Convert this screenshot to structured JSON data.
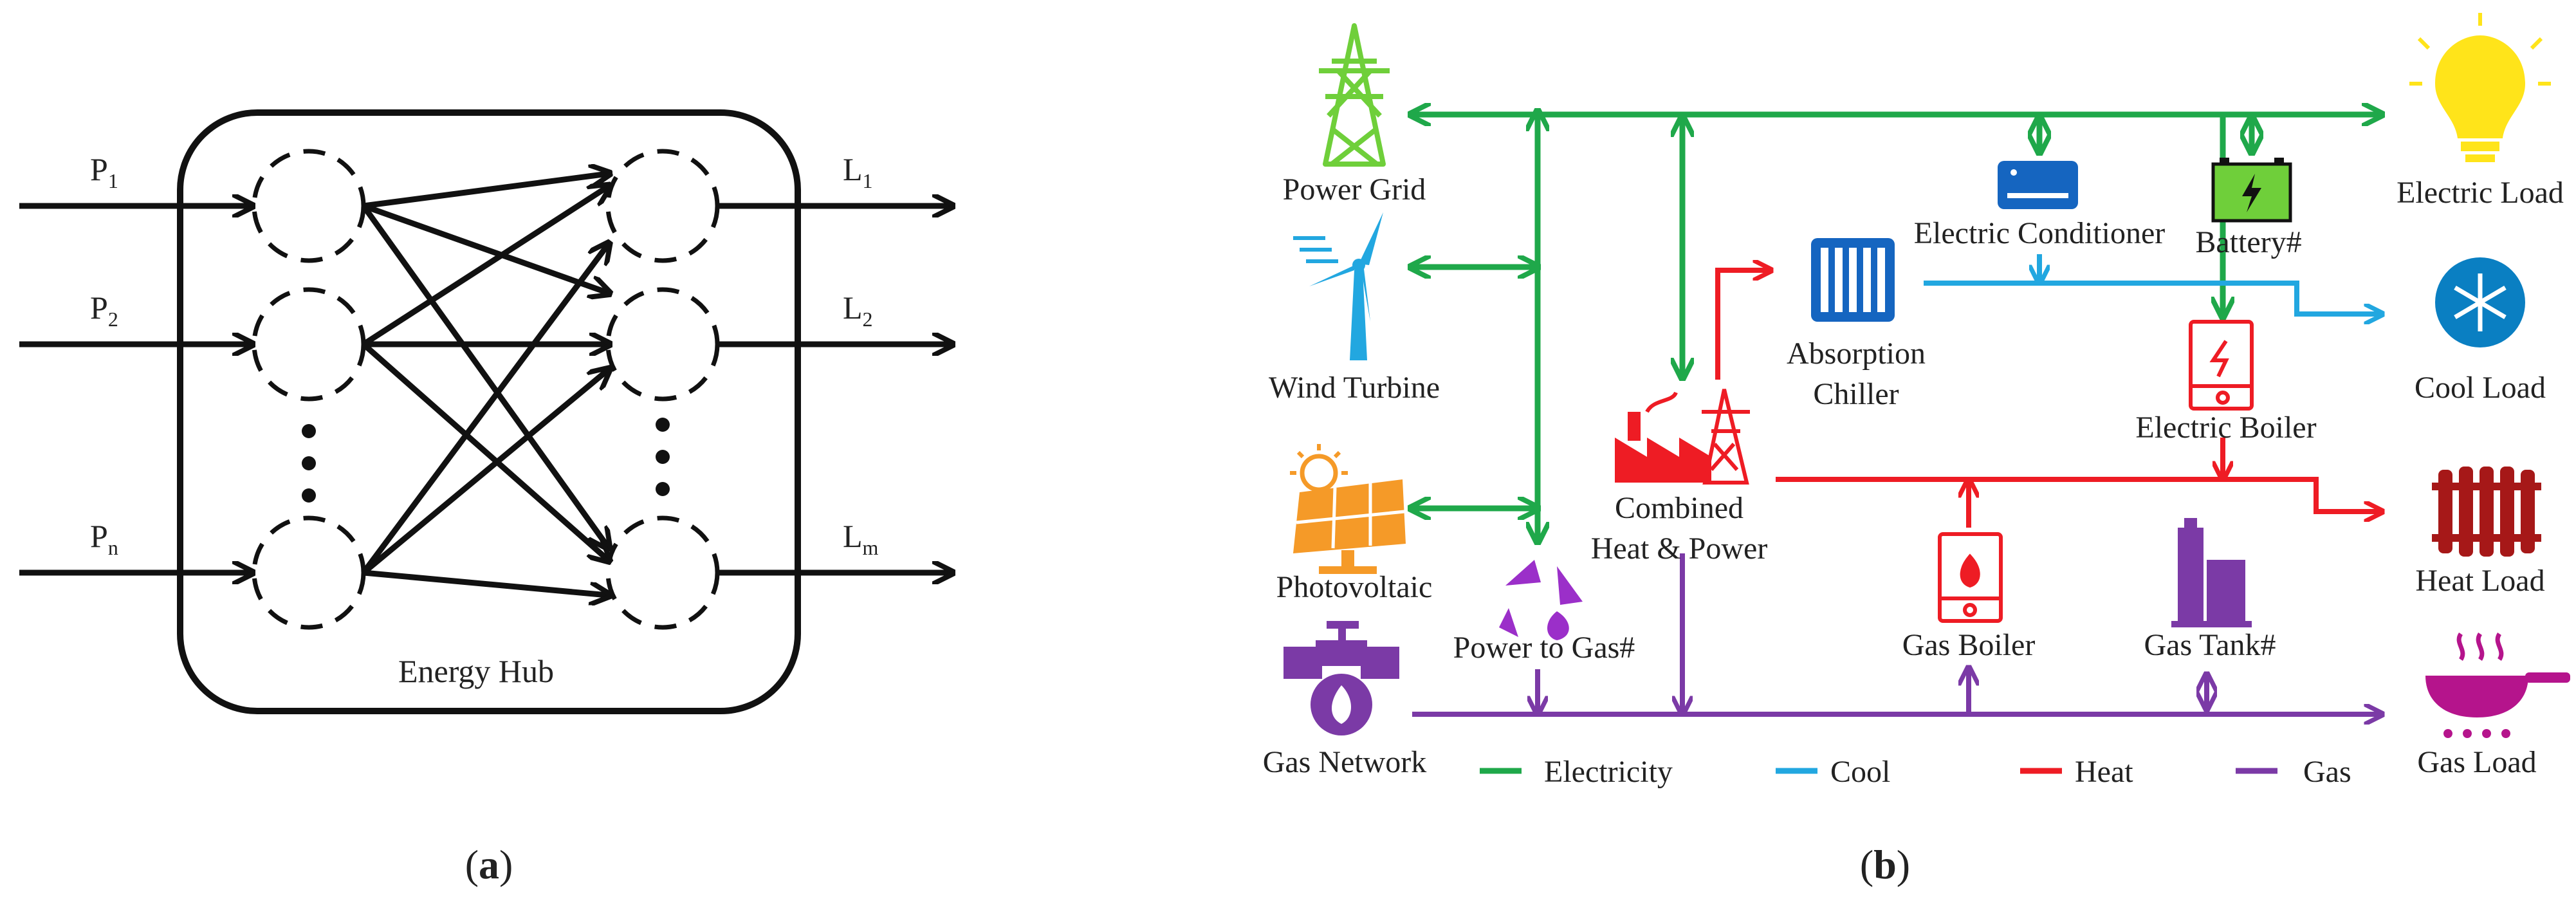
{
  "panel_a": {
    "caption_open": "(",
    "caption_letter": "a",
    "caption_close": ")",
    "hub_label": "Energy Hub",
    "inputs": [
      {
        "letter": "P",
        "sub": "1"
      },
      {
        "letter": "P",
        "sub": "2"
      },
      {
        "letter": "P",
        "sub": "n"
      }
    ],
    "outputs": [
      {
        "letter": "L",
        "sub": "1"
      },
      {
        "letter": "L",
        "sub": "2"
      },
      {
        "letter": "L",
        "sub": "m"
      }
    ]
  },
  "panel_b": {
    "caption_open": "(",
    "caption_letter": "b",
    "caption_close": ")",
    "nodes": {
      "power_grid": "Power Grid",
      "wind_turbine": "Wind Turbine",
      "photovoltaic": "Photovoltaic",
      "gas_network": "Gas Network",
      "power_to_gas": "Power to Gas#",
      "chp_line1": "Combined",
      "chp_line2": "Heat & Power",
      "absorption_line1": "Absorption",
      "absorption_line2": "Chiller",
      "electric_conditioner": "Electric Conditioner",
      "battery": "Battery#",
      "electric_boiler": "Electric Boiler",
      "gas_boiler": "Gas Boiler",
      "gas_tank": "Gas Tank#",
      "electric_load": "Electric Load",
      "cool_load": "Cool Load",
      "heat_load": "Heat Load",
      "gas_load": "Gas Load"
    },
    "legend": [
      {
        "label": "Electricity",
        "color": "#1fa84a"
      },
      {
        "label": "Cool",
        "color": "#22a7e0"
      },
      {
        "label": "Heat",
        "color": "#ee1c24"
      },
      {
        "label": "Gas",
        "color": "#7b3aa6"
      }
    ]
  },
  "colors": {
    "electricity": "#1fa84a",
    "cool": "#22a7e0",
    "heat": "#ee1c24",
    "gas": "#7b3aa6",
    "green_icon": "#6fcf3a",
    "blue_icon": "#1565c0",
    "orange_icon": "#f59a28",
    "yellow_icon": "#ffe41a",
    "cool_icon": "#0a7fc2",
    "darkred_icon": "#a61818",
    "magenta_icon": "#b5148c",
    "black": "#111111"
  }
}
